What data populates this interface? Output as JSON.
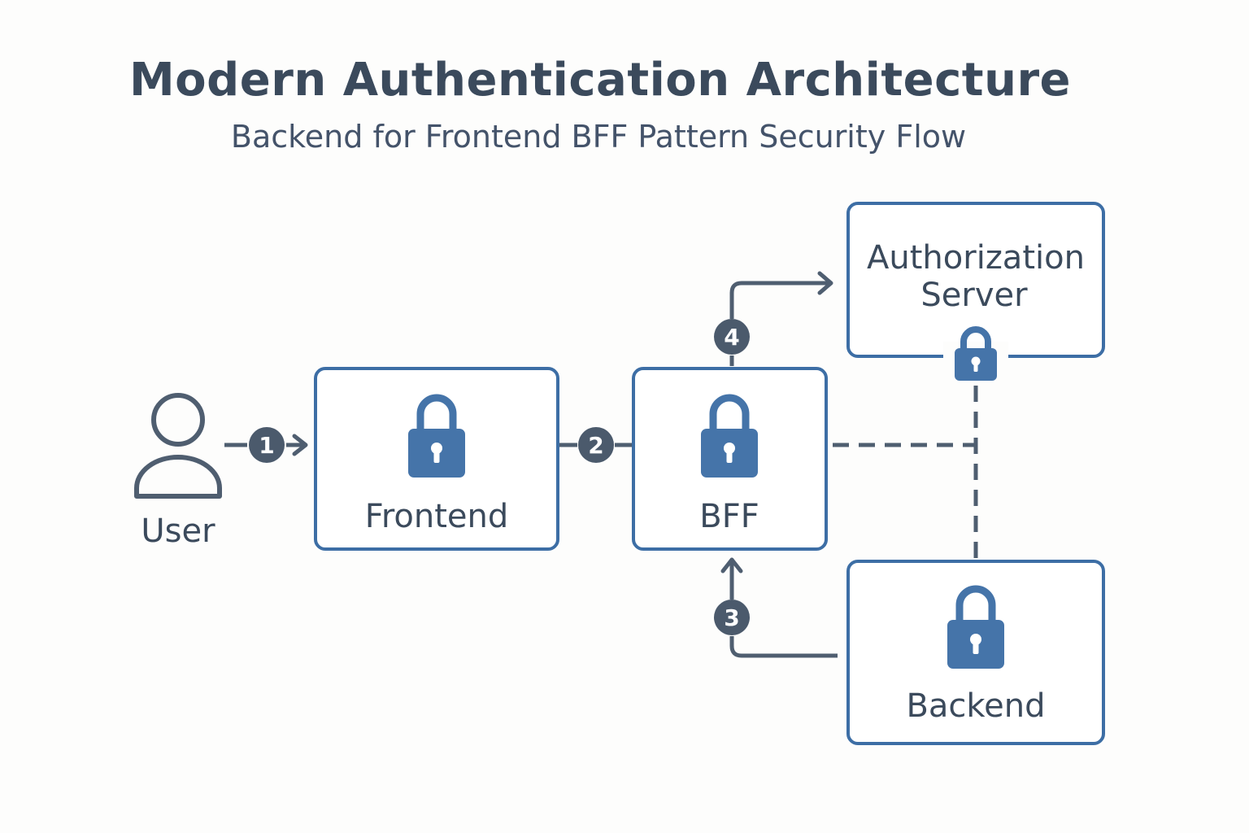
{
  "title": "Modern Authentication Architecture",
  "subtitle": "Backend for Frontend BFF Pattern Security Flow",
  "nodes": {
    "user": "User",
    "frontend": "Frontend",
    "bff": "BFF",
    "auth": {
      "line1": "Authorization",
      "line2": "Server"
    },
    "backend": "Backend"
  },
  "steps": [
    "1",
    "2",
    "3",
    "4"
  ],
  "colors": {
    "box_border": "#3d6ea5",
    "lock": "#4574a9",
    "line": "#4f5e70",
    "badge": "#4b5a6c",
    "text": "#3b4a5c"
  }
}
